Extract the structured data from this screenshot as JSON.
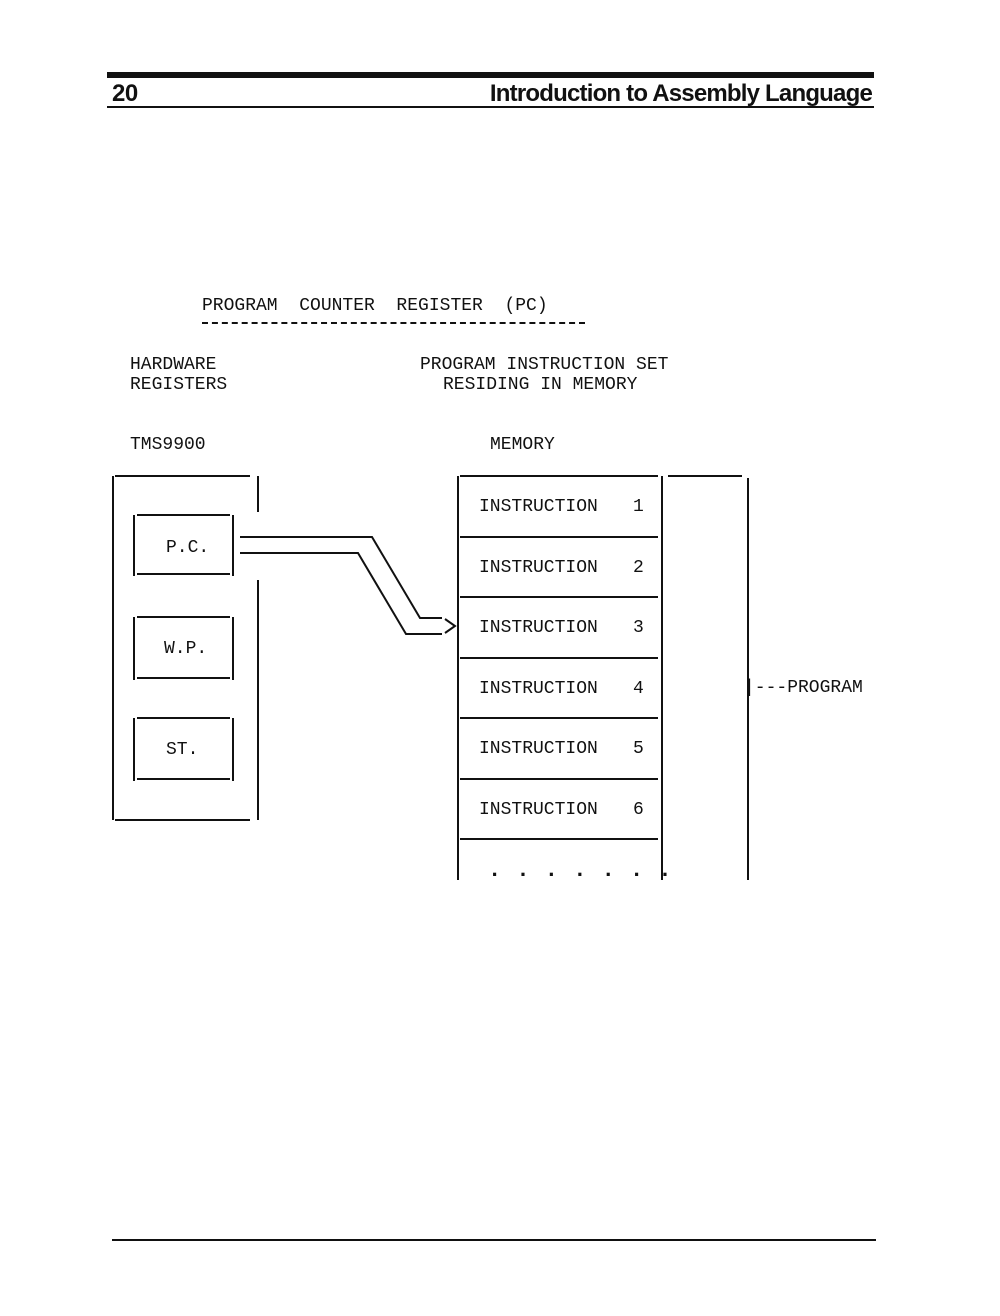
{
  "header": {
    "page_number": "20",
    "running_title": "Introduction to Assembly Language"
  },
  "figure": {
    "title": "PROGRAM  COUNTER  REGISTER  (PC)",
    "left_heading": [
      "HARDWARE",
      "REGISTERS"
    ],
    "right_heading": [
      "PROGRAM INSTRUCTION SET",
      "RESIDING IN MEMORY"
    ],
    "processor_label": "TMS9900",
    "memory_label": "MEMORY",
    "registers": [
      "P.C.",
      "W.P.",
      "ST."
    ],
    "instructions": [
      {
        "name": "INSTRUCTION",
        "number": "1"
      },
      {
        "name": "INSTRUCTION",
        "number": "2"
      },
      {
        "name": "INSTRUCTION",
        "number": "3"
      },
      {
        "name": "INSTRUCTION",
        "number": "4"
      },
      {
        "name": "INSTRUCTION",
        "number": "5"
      },
      {
        "name": "INSTRUCTION",
        "number": "6"
      }
    ],
    "continuation": ". . . . . . .",
    "program_bracket_label": "|---PROGRAM"
  }
}
